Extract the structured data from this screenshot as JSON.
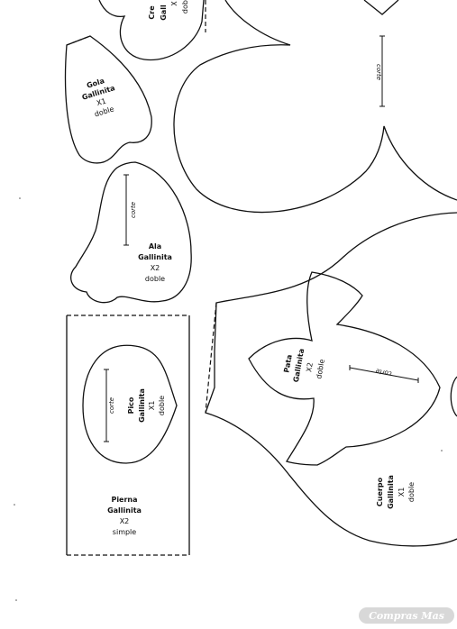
{
  "colors": {
    "ink": "#111111",
    "paper": "#ffffff",
    "watermark": "#d8d8d8"
  },
  "pieces": {
    "cresta": {
      "name": "Cre",
      "name2": "Gall",
      "qty": "X",
      "mode": "doble"
    },
    "gola": {
      "name": "Gola",
      "name2": "Gallinita",
      "qty": "X1",
      "mode": "doble"
    },
    "ala": {
      "name": "Ala",
      "name2": "Gallinita",
      "qty": "X2",
      "mode": "doble",
      "cut": "corte"
    },
    "pico": {
      "name": "Pico",
      "name2": "Gallinita",
      "qty": "X1",
      "mode": "doble",
      "cut": "corte"
    },
    "pierna": {
      "name": "Pierna",
      "name2": "Gallinita",
      "qty": "X2",
      "mode": "simple"
    },
    "pata": {
      "name": "Pata",
      "name2": "Gallinita",
      "qty": "X2",
      "mode": "doble",
      "cut": "corte"
    },
    "cuerpo": {
      "name": "Cuerpo",
      "name2": "Gallinita",
      "qty": "X1",
      "mode": "doble"
    },
    "top_cut": "corte"
  },
  "watermark": "Compras Mas"
}
